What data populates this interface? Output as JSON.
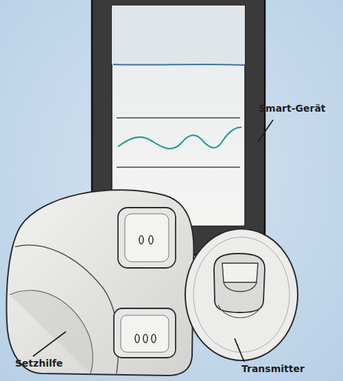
{
  "diagram": {
    "labels": [
      "Smart-Gerät",
      "Setzhilfe",
      "Transmitter"
    ]
  }
}
